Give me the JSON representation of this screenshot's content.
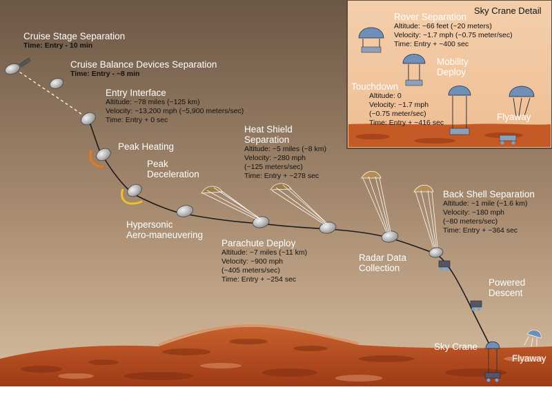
{
  "diagram": {
    "inset_title": "Sky Crane Detail",
    "stages": [
      {
        "id": "cruise-stage-separation",
        "title": "Cruise Stage Separation",
        "details": [
          "Time: Entry - 10 min"
        ]
      },
      {
        "id": "cruise-balance-devices-separation",
        "title": "Cruise Balance Devices Separation",
        "details": [
          "Time: Entry - ~8 min"
        ]
      },
      {
        "id": "entry-interface",
        "title": "Entry Interface",
        "details": [
          "Altitude: ~78 miles (~125 km)",
          "Velocity: ~13,200 mph (~5,900 meters/sec)",
          "Time: Entry + 0 sec"
        ]
      },
      {
        "id": "peak-heating",
        "title": "Peak Heating",
        "details": []
      },
      {
        "id": "peak-deceleration",
        "title_lines": [
          "Peak",
          "Deceleration"
        ],
        "details": []
      },
      {
        "id": "hypersonic-aero-maneuvering",
        "title_lines": [
          "Hypersonic",
          "Aero-maneuvering"
        ],
        "details": []
      },
      {
        "id": "heat-shield-separation",
        "title_lines": [
          "Heat Shield",
          "Separation"
        ],
        "details": [
          "Altitude: ~5 miles (~8 km)",
          "Velocity: ~280 mph",
          "(~125 meters/sec)",
          "Time: Entry + ~278 sec"
        ]
      },
      {
        "id": "parachute-deploy",
        "title": "Parachute Deploy",
        "details": [
          "Altitude: ~7 miles (~11 km)",
          "Velocity: ~900 mph",
          "(~405 meters/sec)",
          "Time: Entry + ~254 sec"
        ]
      },
      {
        "id": "radar-data-collection",
        "title_lines": [
          "Radar Data",
          "Collection"
        ],
        "details": []
      },
      {
        "id": "back-shell-separation",
        "title": "Back Shell Separation",
        "details": [
          "Altitude: ~1 mile (~1.6 km)",
          "Velocity: ~180 mph",
          "(~80 meters/sec)",
          "Time: Entry + ~364 sec"
        ]
      },
      {
        "id": "powered-descent",
        "title_lines": [
          "Powered",
          "Descent"
        ],
        "details": []
      },
      {
        "id": "sky-crane",
        "title": "Sky Crane",
        "details": []
      },
      {
        "id": "flyaway",
        "title": "Flyaway",
        "details": []
      }
    ],
    "inset_stages": [
      {
        "id": "rover-separation",
        "title": "Rover Separation",
        "details": [
          "Altitude: ~66 feet (~20 meters)",
          "Velocity: ~1.7 mph (~0.75 meter/sec)",
          "Time: Entry + ~400 sec"
        ]
      },
      {
        "id": "mobility-deploy",
        "title_lines": [
          "Mobility",
          "Deploy"
        ],
        "details": []
      },
      {
        "id": "touchdown",
        "title": "Touchdown",
        "details": [
          "Altitude: 0",
          "Velocity: ~1.7 mph",
          "(~0.75 meter/sec)",
          "Time: Entry + ~416 sec"
        ]
      },
      {
        "id": "flyaway-inset",
        "title": "Flyaway",
        "details": []
      }
    ],
    "colors": {
      "sky_top": "#6e5a46",
      "sky_bottom": "#d2b799",
      "inset_bg": "#f2c8a1",
      "mars_ground": "#b9471c",
      "path": "#1a1a1a",
      "flame": "#f0a22a"
    }
  }
}
